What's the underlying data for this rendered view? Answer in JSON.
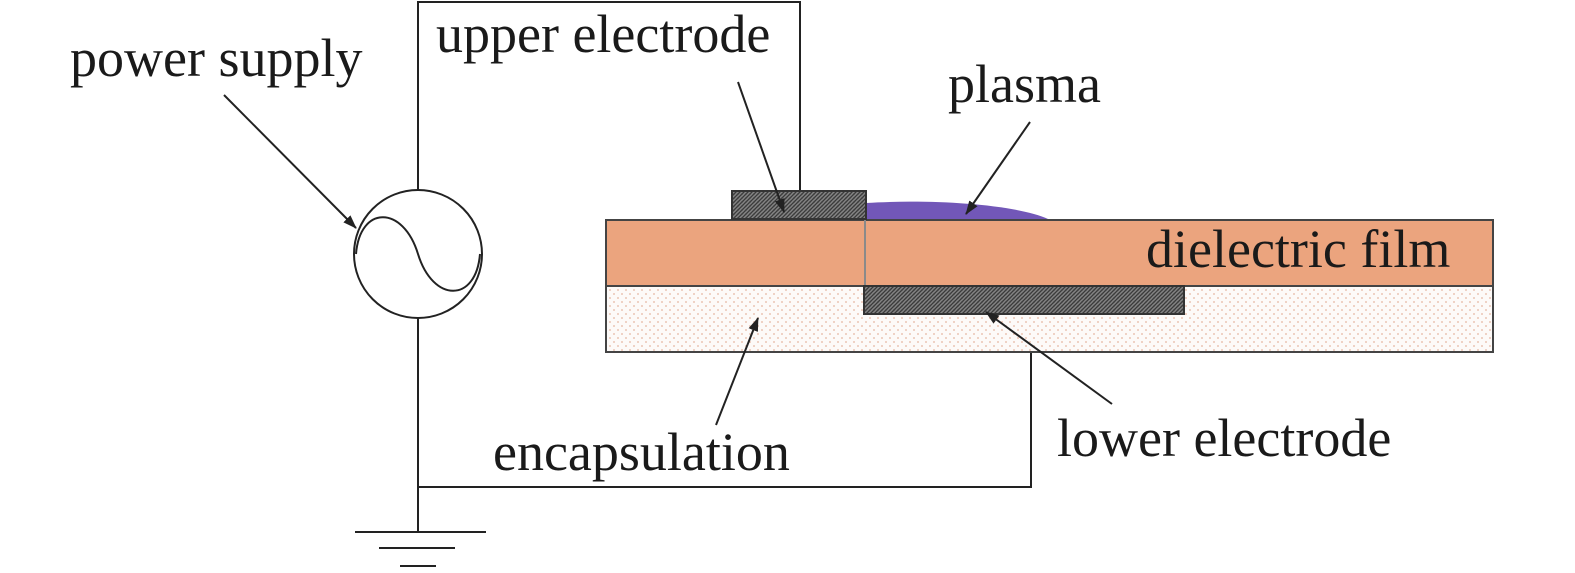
{
  "labels": {
    "power_supply": "power supply",
    "upper_electrode": "upper electrode",
    "plasma": "plasma",
    "dielectric_film": "dielectric film",
    "encapsulation": "encapsulation",
    "lower_electrode": "lower electrode"
  },
  "colors": {
    "dielectric": "#eba47e",
    "plasma": "#7257b8",
    "electrode": "#6f6f6f",
    "encapsulation_dots": "#e6b6a0",
    "line": "#222222"
  },
  "icons": {
    "source": "ac-source-icon",
    "ground": "ground-icon"
  }
}
